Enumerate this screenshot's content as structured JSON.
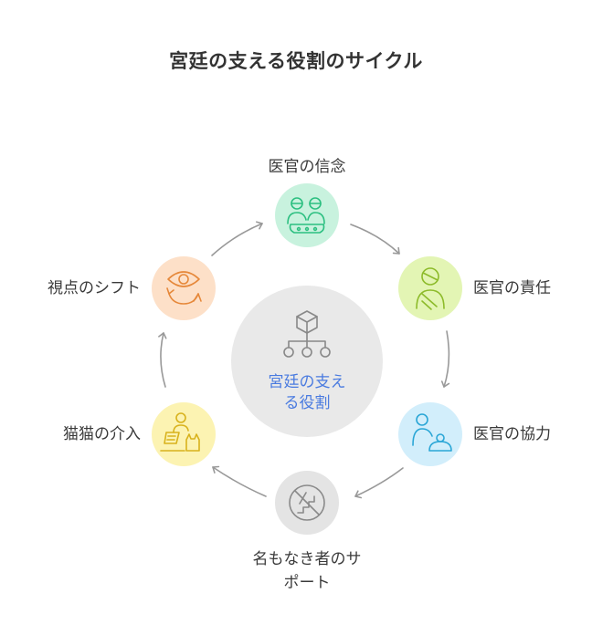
{
  "title": "宮廷の支える役割のサイクル",
  "center": {
    "line1": "宮廷の支え",
    "line2": "る役割",
    "icon": "hierarchy-icon"
  },
  "nodes": [
    {
      "id": "trust",
      "label": "医官の信念",
      "icon": "doctors-team-icon",
      "fill": "#c8f2de",
      "stroke": "#2bbf80"
    },
    {
      "id": "duty",
      "label": "医官の責任",
      "icon": "patient-sling-icon",
      "fill": "#e3f5b4",
      "stroke": "#8dbb2a"
    },
    {
      "id": "coop",
      "label": "医官の協力",
      "icon": "caregiver-icon",
      "fill": "#d2eefb",
      "stroke": "#2aa6d6"
    },
    {
      "id": "support",
      "label_line1": "名もなき者のサ",
      "label_line2": "ポート",
      "icon": "no-stairs-icon",
      "fill": "#e4e4e4",
      "stroke": "#8a8a8a"
    },
    {
      "id": "maomao",
      "label": "猫猫の介入",
      "icon": "person-laptop-cat-icon",
      "fill": "#fcf3b2",
      "stroke": "#d8b21c"
    },
    {
      "id": "view",
      "label": "視点のシフト",
      "icon": "eye-cycle-icon",
      "fill": "#fde0c8",
      "stroke": "#e6883a"
    }
  ],
  "colors": {
    "hub": "#e9e9e9",
    "hub_text": "#4a7be0",
    "arrow": "#999999"
  }
}
